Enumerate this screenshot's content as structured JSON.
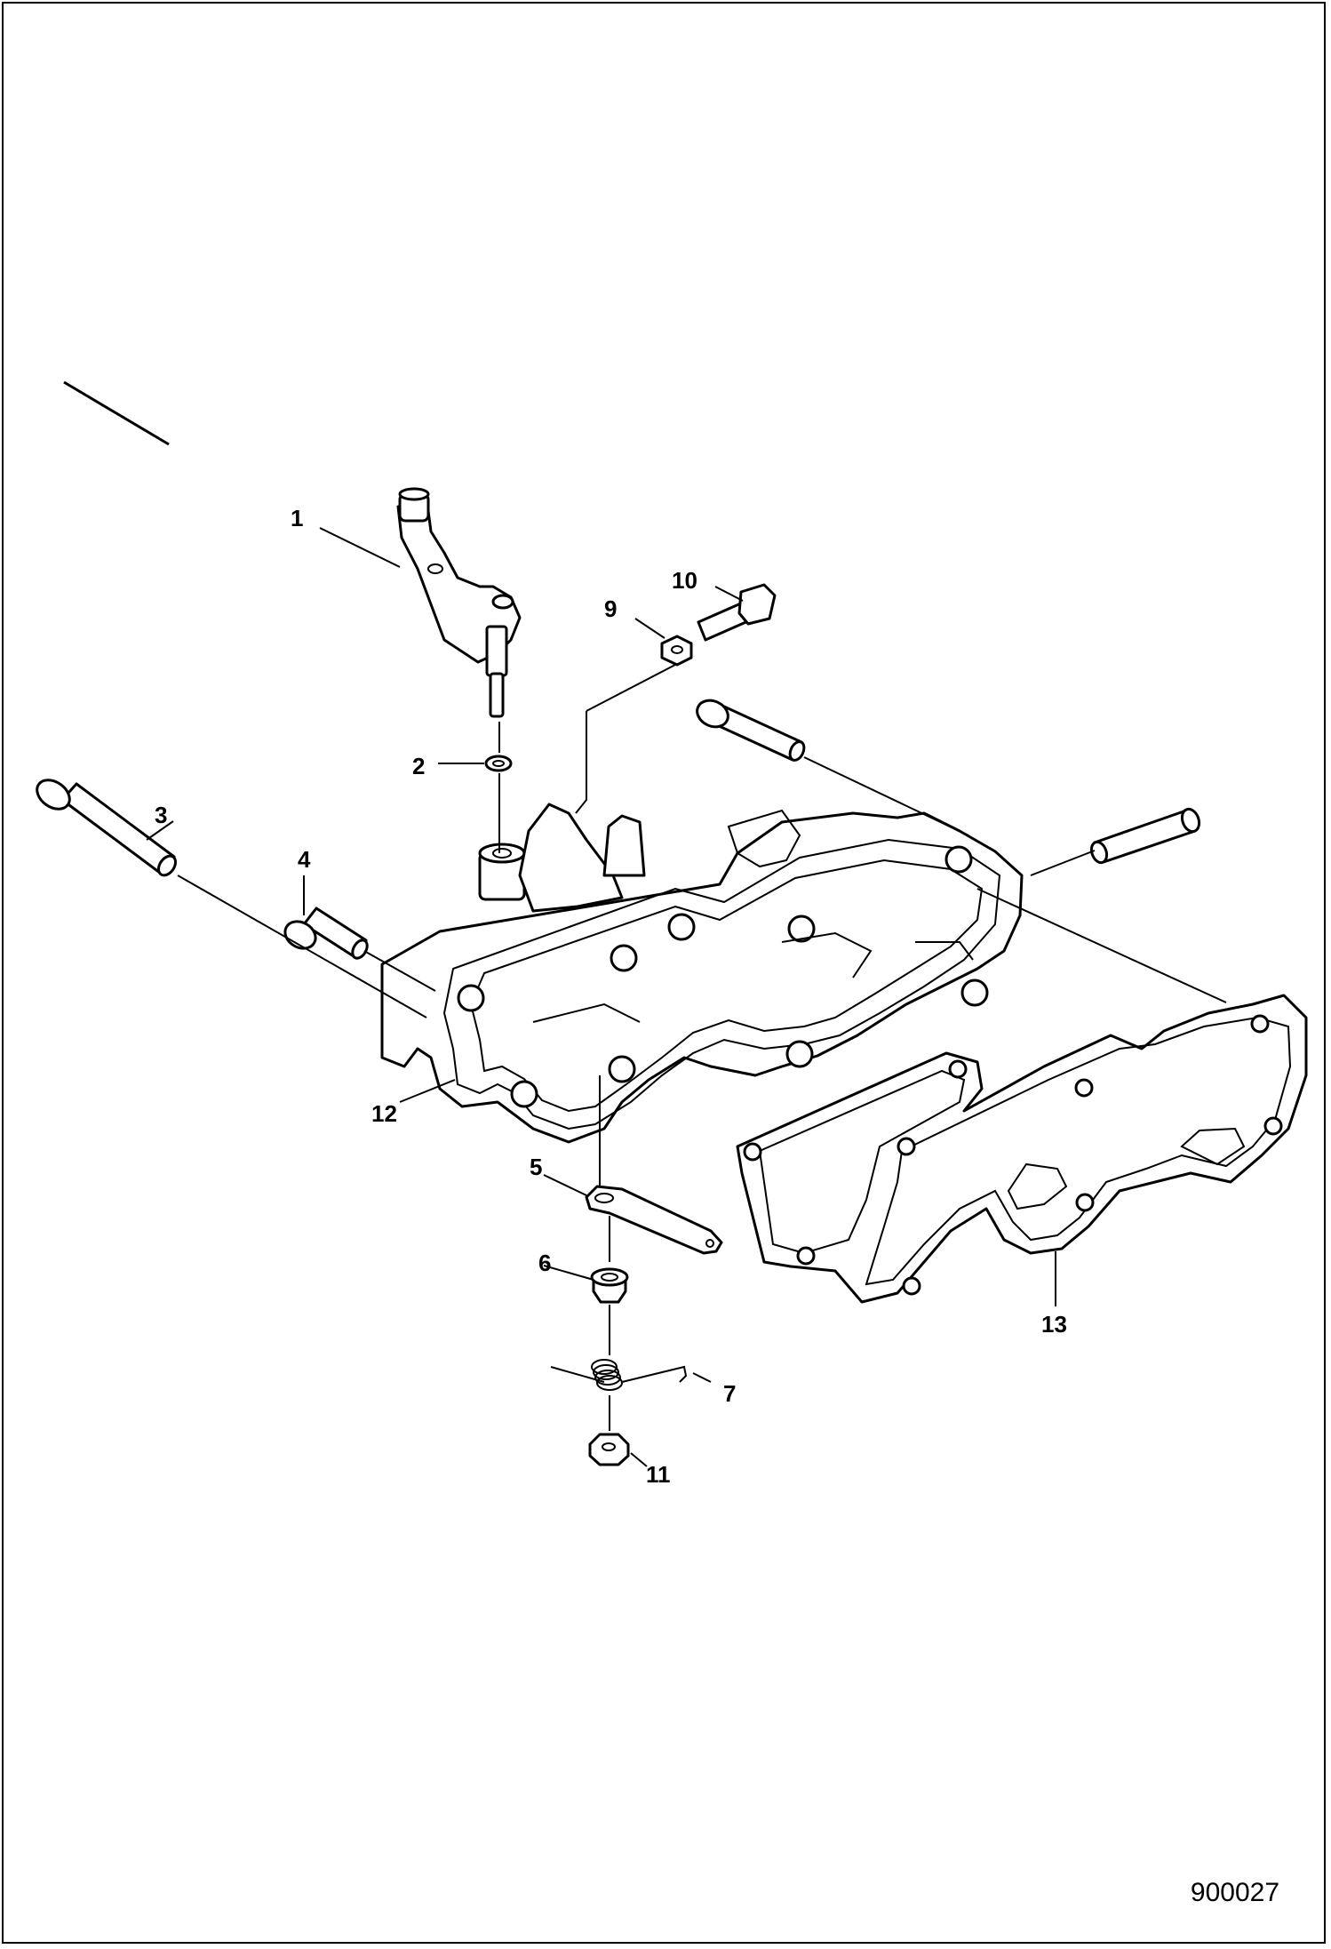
{
  "figure_number": "900027",
  "callouts": {
    "c1": "1",
    "c2": "2",
    "c3": "3",
    "c4": "4",
    "c5": "5",
    "c6": "6",
    "c7": "7",
    "c9": "9",
    "c10": "10",
    "c11": "11",
    "c12": "12",
    "c13": "13"
  },
  "colors": {
    "line": "#000000",
    "background": "#ffffff"
  }
}
